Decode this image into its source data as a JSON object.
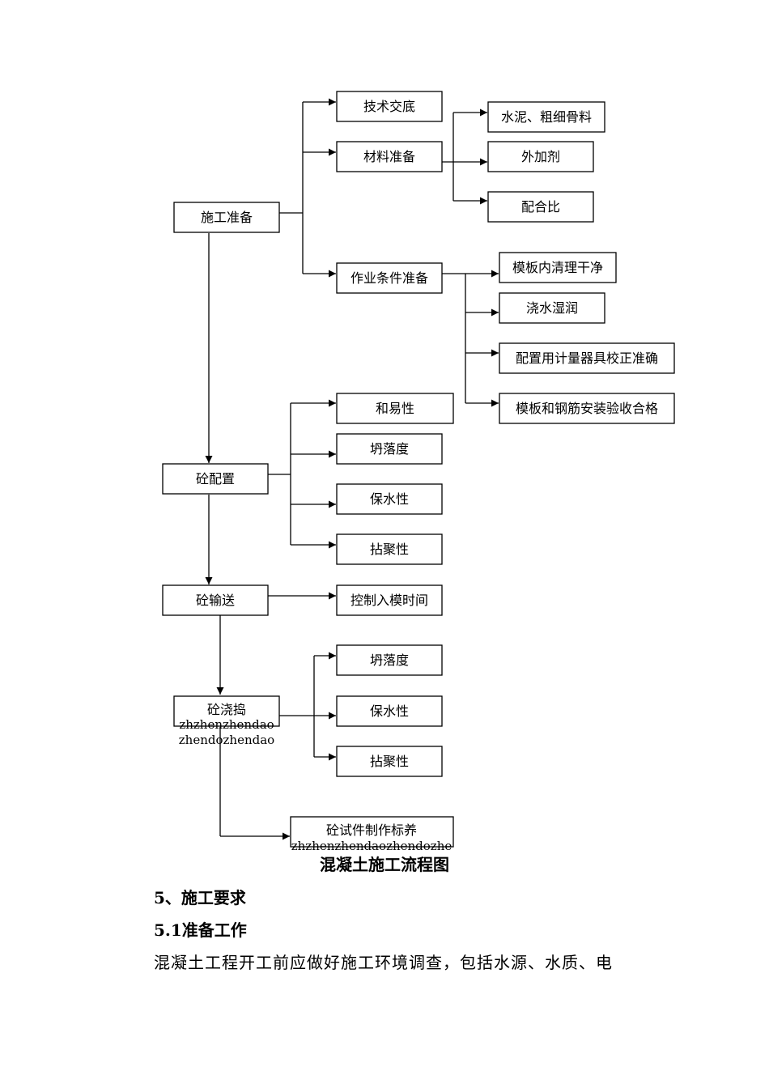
{
  "diagram": {
    "prep": "施工准备",
    "tech_briefing": "技术交底",
    "material_prep": "材料准备",
    "cement_aggregate": "水泥、粗细骨料",
    "admixture": "外加剂",
    "mix_ratio": "配合比",
    "work_condition_prep": "作业条件准备",
    "formwork_clean": "模板内清理干净",
    "water_wetting": "浇水湿润",
    "calibrate_measure": "配置用计量器具校正准确",
    "formwork_rebar_accept": "模板和钢筋安装验收合格",
    "concrete_mix": "砼配置",
    "workability": "和易性",
    "slump_1": "坍落度",
    "water_retention_1": "保水性",
    "cohesion_1": "拈聚性",
    "concrete_transport": "砼输送",
    "control_time": "控制入模时间",
    "concrete_pour": "砼浇捣",
    "pour_note_1": "zhzhenzhendao",
    "pour_note_2": "zhendozhendao",
    "slump_2": "坍落度",
    "water_retention_2": "保水性",
    "cohesion_2": "拈聚性",
    "specimen": "砼试件制作标养",
    "specimen_note": "zhzhenzhendaozhendozhe"
  },
  "caption": "混凝土施工流程图",
  "section_heading": "5、施工要求",
  "subsection_heading": "5.1准备工作",
  "paragraph": "混凝土工程开工前应做好施工环境调查，包括水源、水质、电"
}
